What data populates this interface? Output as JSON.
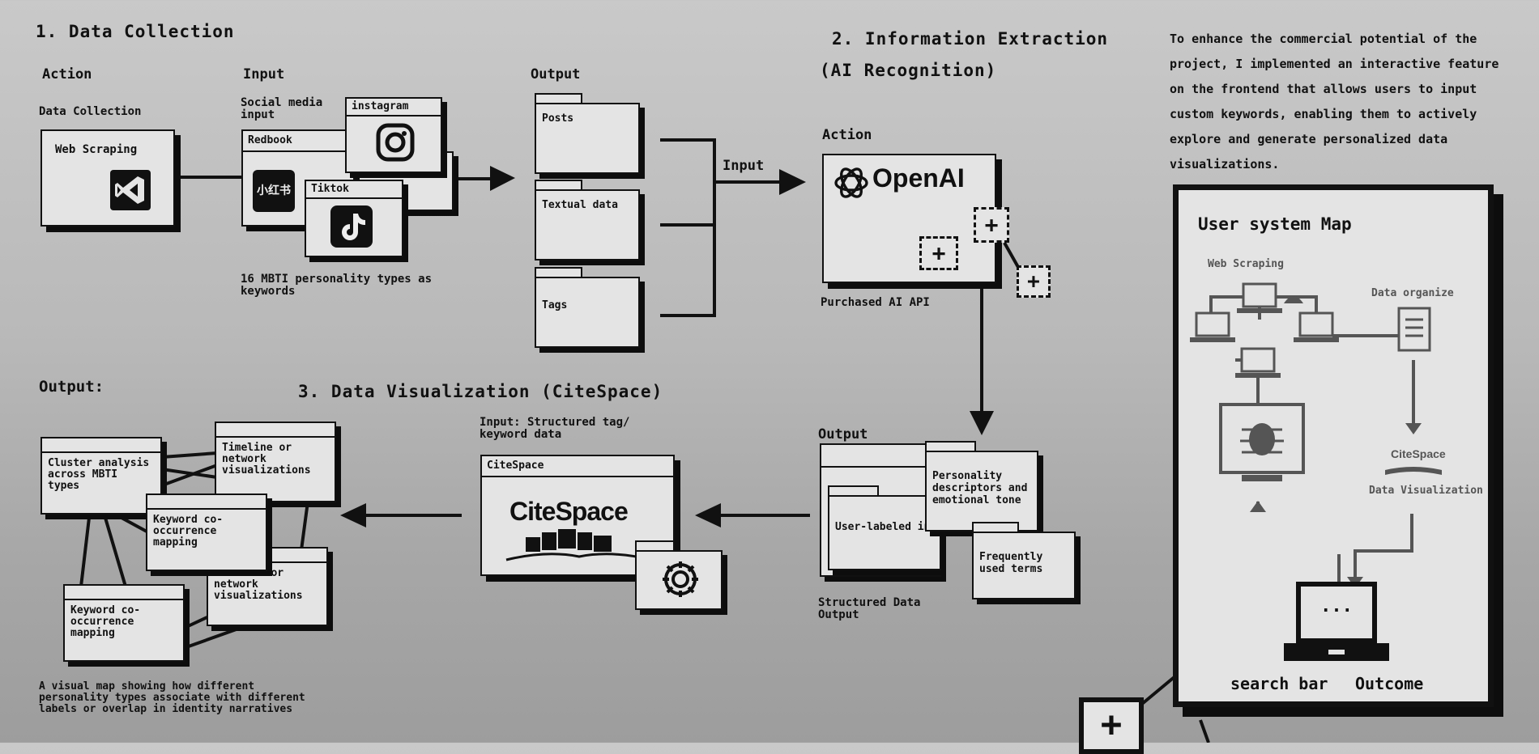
{
  "section1": {
    "title": "1. Data Collection",
    "action_label": "Action",
    "input_label": "Input",
    "output_label": "Output",
    "action_sub": "Data Collection",
    "web_scraping_box": "Web Scraping",
    "social_media_input": "Social media input",
    "windows": {
      "instagram": "instagram",
      "redbook": "Redbook",
      "redbook_logo": "小红书",
      "tiktok": "Tiktok"
    },
    "keywords_note": "16 MBTI personality types as keywords",
    "folders": [
      "Posts",
      "Textual data",
      "Tags"
    ],
    "bracket_input": "Input"
  },
  "section2": {
    "title": "2. Information Extraction",
    "subtitle": "(AI Recognition)",
    "action_label": "Action",
    "openai_text": "OpenAI",
    "api_note": "Purchased AI API",
    "output_label": "Output",
    "folders": [
      "Personality descriptors and emotional tone",
      "User-labeled in",
      "Frequently used terms"
    ],
    "structured_note": "Structured Data Output"
  },
  "section3": {
    "title": "3. Data Visualization (CiteSpace)",
    "input_note": "Input: Structured tag/ keyword data",
    "window_title": "CiteSpace",
    "logo_text": "CiteSpace"
  },
  "output_section": {
    "title": "Output:",
    "windows": [
      "Cluster analysis across MBTI types",
      "Timeline or network visualizations",
      "Keyword co-occurrence mapping",
      "Timeline or network visualizations",
      "Keyword co-occurrence mapping"
    ],
    "caption": "A visual map showing how different personality types associate with different labels or overlap in identity narratives"
  },
  "side": {
    "paragraph": "To enhance the commercial potential of the project, I implemented an interactive feature on the frontend that allows users to input custom keywords, enabling them to actively explore and generate personalized data visualizations.",
    "map_title": "User system Map",
    "web_scraping": "Web Scraping",
    "data_organize": "Data organize",
    "citespace_small": "CiteSpace",
    "data_visualization": "Data Visualization",
    "screen_dots": "...",
    "bottom_labels": [
      "search bar",
      "Outcome"
    ]
  },
  "icons": [
    "vscode-icon",
    "instagram-icon",
    "tiktok-icon",
    "openai-logo-icon",
    "plus-icon",
    "gear-icon",
    "bug-icon",
    "document-icon",
    "laptop-icon",
    "arrow-icon"
  ]
}
